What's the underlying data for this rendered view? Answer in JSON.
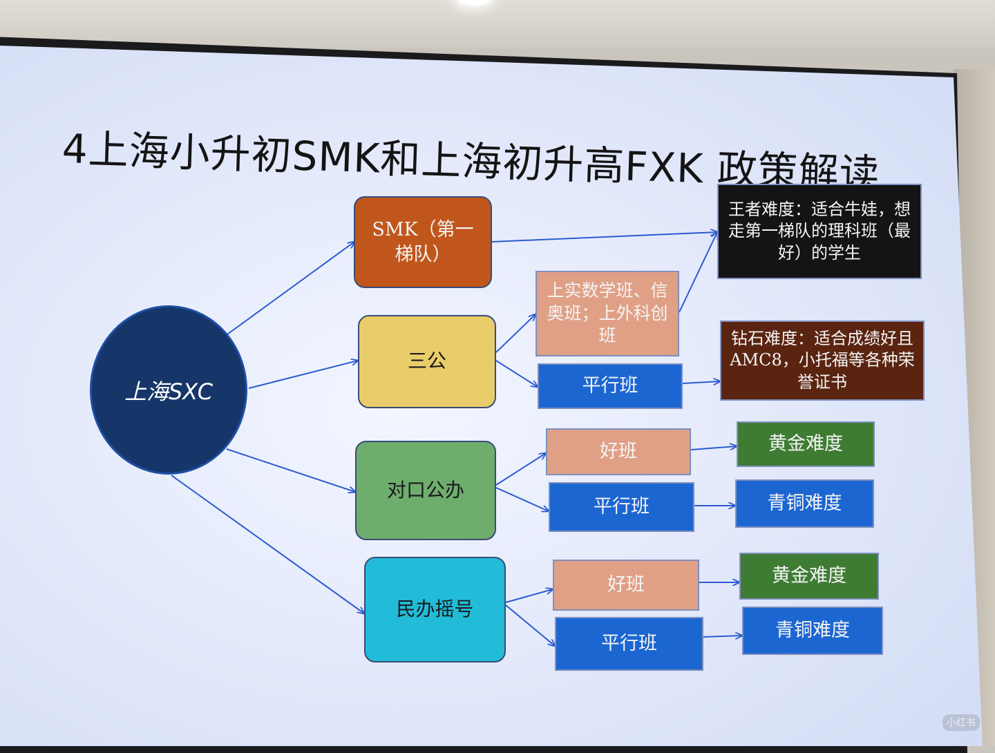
{
  "title": "4上海小升初SMK和上海初升高FXK 政策解读",
  "root": {
    "label": "上海SXC",
    "color": "#16366a"
  },
  "tier1": {
    "smk": {
      "label": "SMK（第一梯队）",
      "color": "#c0561b"
    },
    "sangong": {
      "label": "三公",
      "color": "#e9cd6b"
    },
    "duikou": {
      "label": "对口公办",
      "color": "#6fad6d"
    },
    "minban": {
      "label": "民办摇号",
      "color": "#22bcd9"
    }
  },
  "tier2": {
    "sangong_top": {
      "label": "上实数学班、信奥班；上外科创班",
      "color": "#e0a086"
    },
    "sangong_parallel": {
      "label": "平行班",
      "color": "#1c66d2"
    },
    "duikou_good": {
      "label": "好班",
      "color": "#e0a086"
    },
    "duikou_parallel": {
      "label": "平行班",
      "color": "#1c66d2"
    },
    "minban_good": {
      "label": "好班",
      "color": "#e0a086"
    },
    "minban_parallel": {
      "label": "平行班",
      "color": "#1c66d2"
    }
  },
  "levels": {
    "king": {
      "label": "王者难度：适合牛娃，想走第一梯队的理科班（最好）的学生",
      "color": "#141414"
    },
    "diamond": {
      "label": "钻石难度：适合成绩好且AMC8，小托福等各种荣誉证书",
      "color": "#5a2410"
    },
    "gold_1": {
      "label": "黄金难度",
      "color": "#3f7c33"
    },
    "bronze_1": {
      "label": "青铜难度",
      "color": "#1c66d2"
    },
    "gold_2": {
      "label": "黄金难度",
      "color": "#3f7c33"
    },
    "bronze_2": {
      "label": "青铜难度",
      "color": "#1c66d2"
    }
  },
  "arrow_color": "#2a5ad0",
  "watermark": "小红书"
}
